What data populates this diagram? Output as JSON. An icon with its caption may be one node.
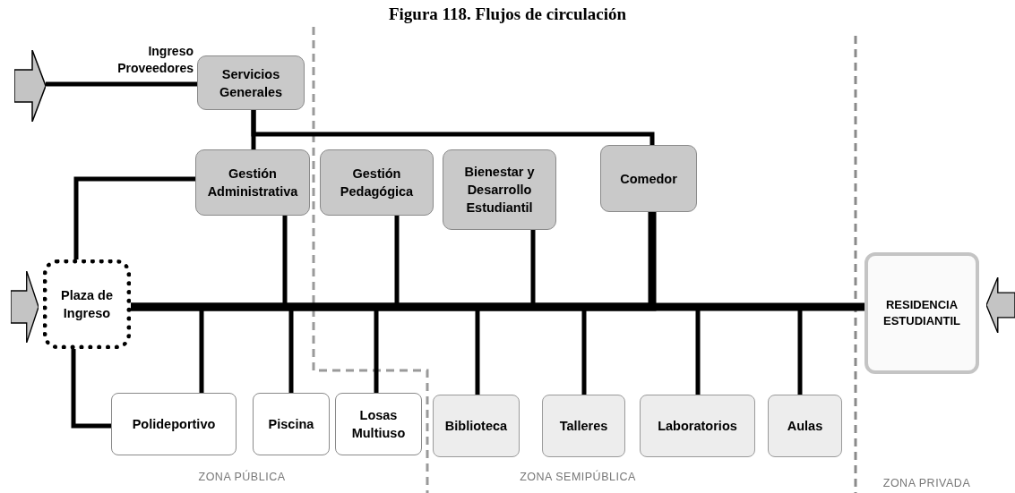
{
  "diagram": {
    "title": "Figura 118. Flujos de circulación",
    "nodes": [
      {
        "text": [
          "Servicios Generales"
        ]
      },
      {
        "text": [
          "Gestión Administrativa"
        ]
      },
      {
        "text": [
          "Gestión Pedagógica"
        ]
      },
      {
        "text": [
          "Bienestar y Desarrollo Estudiantil"
        ]
      },
      {
        "text": [
          "Comedor"
        ]
      },
      {
        "text": [
          "Plaza de Ingreso"
        ]
      },
      {
        "text": [
          "Polideportivo"
        ]
      },
      {
        "text": [
          "Piscina"
        ]
      },
      {
        "text": [
          "Losas Multiuso"
        ]
      },
      {
        "text": [
          "Biblioteca"
        ]
      },
      {
        "text": [
          "Talleres"
        ]
      },
      {
        "text": [
          "Laboratorios"
        ]
      },
      {
        "text": [
          "Aulas"
        ]
      },
      {
        "text": [
          "RESIDENCIA ESTUDIANTIL"
        ]
      },
      {
        "text": [],
        "shape": "arrow"
      },
      {
        "text": [],
        "shape": "arrow"
      },
      {
        "text": [],
        "shape": "arrow"
      }
    ],
    "edges": [
      {
        "from": 14,
        "to": 0,
        "arrow": "none",
        "label": "Ingreso Proveedores"
      },
      {
        "from": 0,
        "to": 1,
        "arrow": "none"
      },
      {
        "from": 0,
        "to": 4,
        "arrow": "none"
      },
      {
        "from": 1,
        "to": 5,
        "arrow": "none"
      },
      {
        "from": 5,
        "to": 6,
        "arrow": "none"
      },
      {
        "from": 5,
        "to": 13,
        "arrow": "none",
        "style": "thick"
      },
      {
        "from": 5,
        "to": 1,
        "arrow": "none"
      },
      {
        "from": 5,
        "to": 2,
        "arrow": "none"
      },
      {
        "from": 5,
        "to": 3,
        "arrow": "none"
      },
      {
        "from": 5,
        "to": 4,
        "arrow": "none",
        "style": "thick"
      },
      {
        "from": 5,
        "to": 6,
        "arrow": "none"
      },
      {
        "from": 5,
        "to": 7,
        "arrow": "none"
      },
      {
        "from": 5,
        "to": 8,
        "arrow": "none"
      },
      {
        "from": 5,
        "to": 9,
        "arrow": "none"
      },
      {
        "from": 5,
        "to": 10,
        "arrow": "none"
      },
      {
        "from": 5,
        "to": 11,
        "arrow": "none"
      },
      {
        "from": 5,
        "to": 12,
        "arrow": "none"
      }
    ],
    "labels": [
      "ZONA PÚBLICA",
      "ZONA SEMIPÚBLICA",
      "ZONA PRIVADA"
    ]
  }
}
